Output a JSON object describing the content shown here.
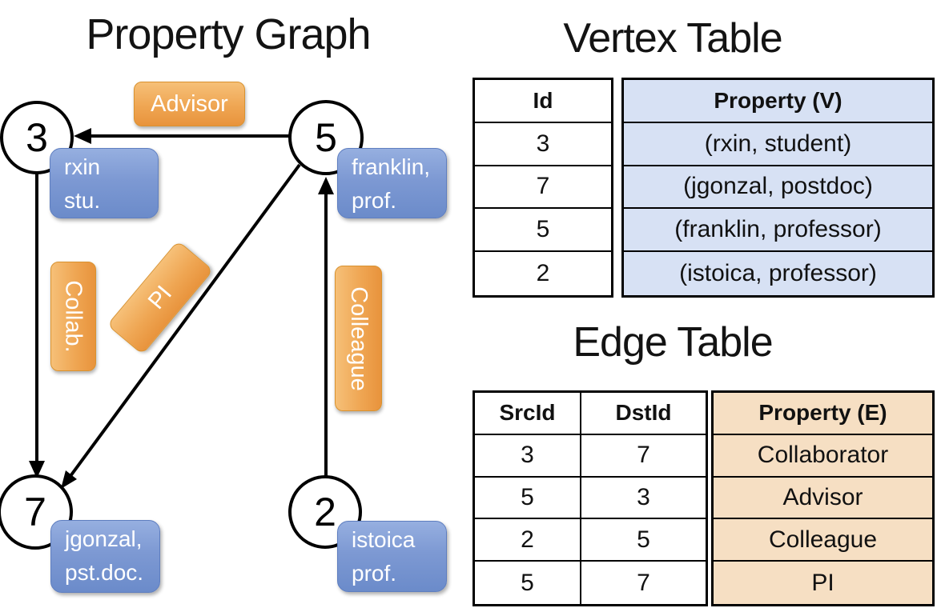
{
  "colors": {
    "edge_label_orange": "#EFA653",
    "vertex_box_blue": "#7D99D3",
    "vertex_table_fill": "#D7E1F4",
    "edge_table_fill": "#F6DFC3",
    "line_color": "#000000"
  },
  "graph": {
    "title": "Property Graph",
    "nodes": [
      {
        "id": "3",
        "prop_line1": "rxin",
        "prop_line2": "stu."
      },
      {
        "id": "5",
        "prop_line1": "franklin,",
        "prop_line2": "prof."
      },
      {
        "id": "7",
        "prop_line1": "jgonzal,",
        "prop_line2": "pst.doc."
      },
      {
        "id": "2",
        "prop_line1": "istoica",
        "prop_line2": "prof."
      }
    ],
    "edges": [
      {
        "label": "Advisor",
        "from": "5",
        "to": "3"
      },
      {
        "label": "Collab.",
        "from": "3",
        "to": "7"
      },
      {
        "label": "PI",
        "from": "5",
        "to": "7"
      },
      {
        "label": "Colleague",
        "from": "2",
        "to": "5"
      }
    ]
  },
  "vertex_table": {
    "title": "Vertex Table",
    "columns": {
      "id": "Id",
      "property": "Property (V)"
    },
    "rows": [
      {
        "id": "3",
        "property": "(rxin, student)"
      },
      {
        "id": "7",
        "property": "(jgonzal, postdoc)"
      },
      {
        "id": "5",
        "property": "(franklin, professor)"
      },
      {
        "id": "2",
        "property": "(istoica, professor)"
      }
    ]
  },
  "edge_table": {
    "title": "Edge Table",
    "columns": {
      "src": "SrcId",
      "dst": "DstId",
      "property": "Property (E)"
    },
    "rows": [
      {
        "src": "3",
        "dst": "7",
        "property": "Collaborator"
      },
      {
        "src": "5",
        "dst": "3",
        "property": "Advisor"
      },
      {
        "src": "2",
        "dst": "5",
        "property": "Colleague"
      },
      {
        "src": "5",
        "dst": "7",
        "property": "PI"
      }
    ]
  }
}
